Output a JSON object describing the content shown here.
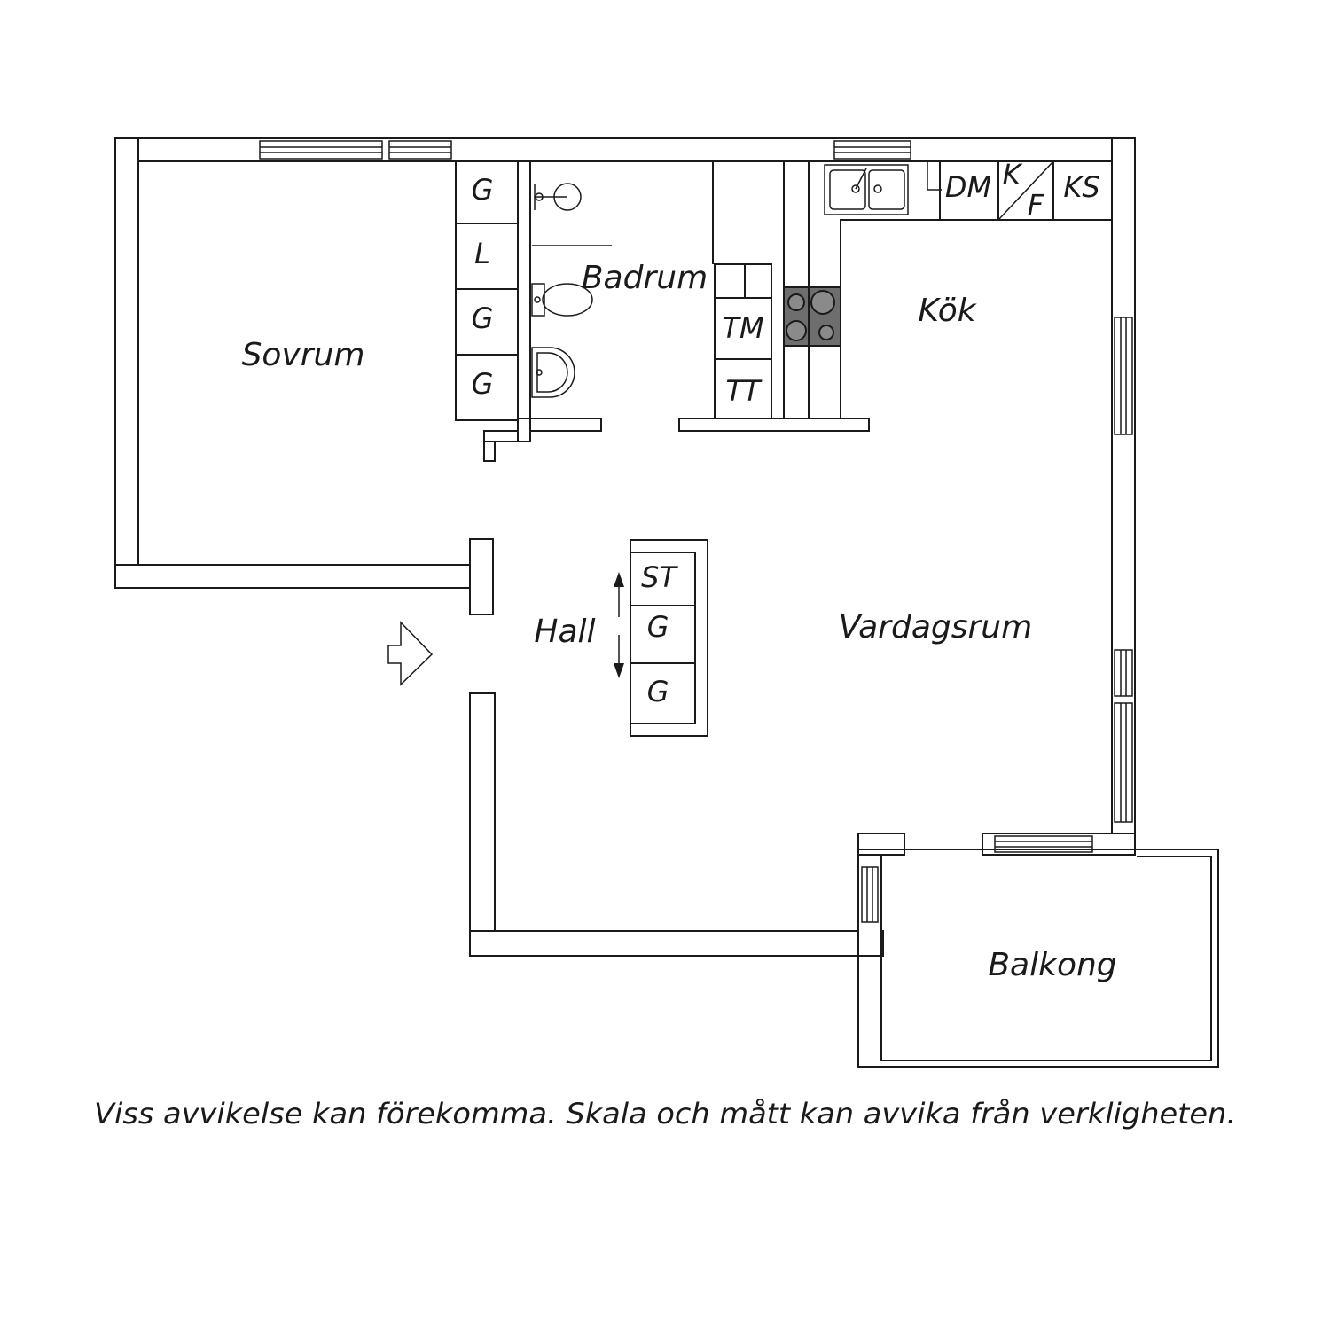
{
  "rooms": {
    "sovrum": "Sovrum",
    "badrum": "Badrum",
    "kok": "Kök",
    "hall": "Hall",
    "vardagsrum": "Vardagsrum",
    "balkong": "Balkong"
  },
  "fixtures": {
    "closet_g": "G",
    "closet_l": "L",
    "tm": "TM",
    "tt": "TT",
    "dm": "DM",
    "k": "K",
    "f": "F",
    "ks": "KS",
    "st": "ST"
  },
  "disclaimer": "Viss avvikelse kan förekomma. Skala och mått kan avvika från verkligheten.",
  "colors": {
    "line": "#1a1a1a",
    "stove": "#6e6e6e"
  }
}
